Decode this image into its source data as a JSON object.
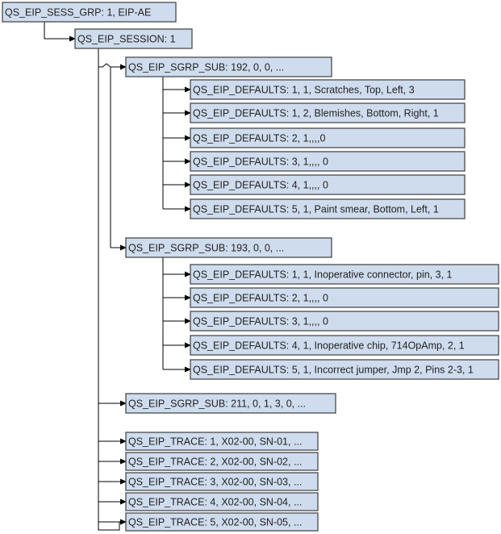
{
  "colors": {
    "box_fill": "#cfdcee",
    "box_border": "#4a4a4a",
    "line": "#000000",
    "text": "#222222"
  },
  "root": {
    "label": "QS_EIP_SESS_GRP: 1, EIP-AE"
  },
  "session": {
    "label": "QS_EIP_SESSION: 1"
  },
  "subgroups": [
    {
      "label": "QS_EIP_SGRP_SUB: 192, 0, 0, ...",
      "defaults": [
        "QS_EIP_DEFAULTS: 1, 1, Scratches, Top, Left, 3",
        "QS_EIP_DEFAULTS: 1, 2, Blemishes, Bottom, Right, 1",
        "QS_EIP_DEFAULTS: 2, 1,,,,0",
        "QS_EIP_DEFAULTS: 3, 1,,,, 0",
        "QS_EIP_DEFAULTS: 4, 1,,,, 0",
        "QS_EIP_DEFAULTS: 5, 1, Paint smear, Bottom, Left, 1"
      ]
    },
    {
      "label": "QS_EIP_SGRP_SUB: 193, 0, 0, ...",
      "defaults": [
        "QS_EIP_DEFAULTS: 1, 1, Inoperative connector, pin, 3, 1",
        "QS_EIP_DEFAULTS: 2, 1,,,, 0",
        "QS_EIP_DEFAULTS: 3, 1,,,, 0",
        "QS_EIP_DEFAULTS: 4, 1, Inoperative chip, 714OpAmp, 2, 1",
        "QS_EIP_DEFAULTS: 5, 1, Incorrect jumper, Jmp 2, Pins 2-3, 1"
      ]
    },
    {
      "label": "QS_EIP_SGRP_SUB: 211, 0, 1, 3, 0, ...",
      "defaults": []
    }
  ],
  "traces": [
    "QS_EIP_TRACE: 1, X02-00, SN-01, ...",
    "QS_EIP_TRACE: 2, X02-00, SN-02, ...",
    "QS_EIP_TRACE: 3, X02-00, SN-03, ...",
    "QS_EIP_TRACE: 4, X02-00, SN-04, ...",
    "QS_EIP_TRACE: 5, X02-00, SN-05, ..."
  ]
}
